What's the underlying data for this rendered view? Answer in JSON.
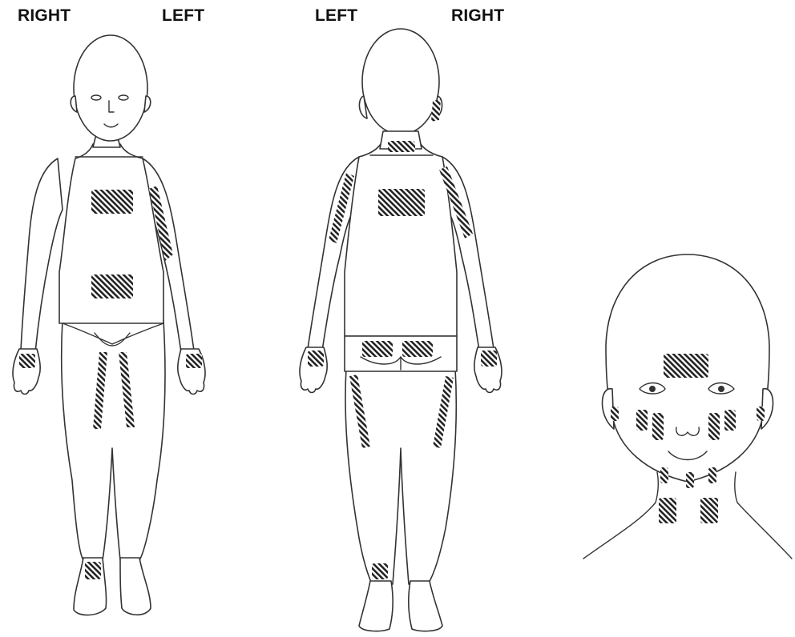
{
  "labels": {
    "front_right": "RIGHT",
    "front_left": "LEFT",
    "back_left": "LEFT",
    "back_right": "RIGHT"
  },
  "patch_color": "#222222",
  "line_color": "#333333"
}
